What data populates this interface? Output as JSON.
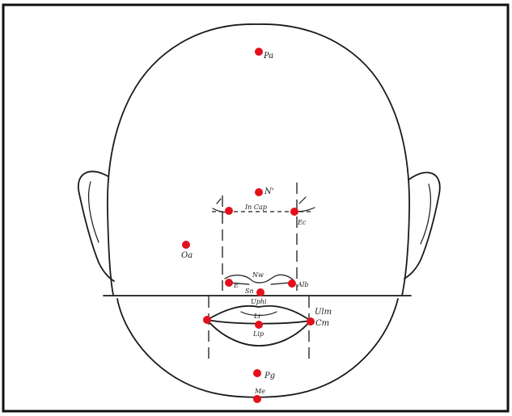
{
  "colors": {
    "landmark": "#e3101c",
    "ink": "#1a1a1a",
    "background": "#ffffff"
  },
  "labels": {
    "pa": "Pa",
    "n": "N'",
    "incap": "In Cap",
    "ec": "Ec",
    "oa": "Oa",
    "nw": "Nw",
    "e": "E",
    "alb": "Alb",
    "sn": "Sn",
    "uphi": "Uphi",
    "ulm": "Ulm",
    "li": "Li",
    "lip": "Lip",
    "cm": "Cm",
    "pg": "Pg",
    "me": "Me"
  }
}
